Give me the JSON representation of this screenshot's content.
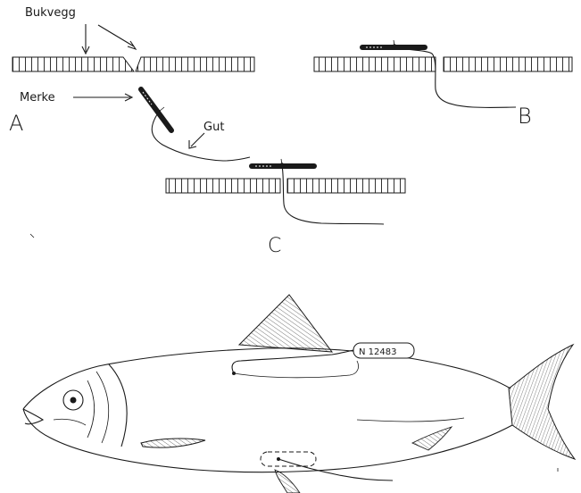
{
  "labels": {
    "bukvegg": "Bukvegg",
    "merke": "Merke",
    "gut": "Gut",
    "panel_a": "A",
    "panel_b": "B",
    "panel_c": "C",
    "tag_number": "N 12483"
  },
  "colors": {
    "ink": "#1a1a1a",
    "paper": "#ffffff"
  }
}
